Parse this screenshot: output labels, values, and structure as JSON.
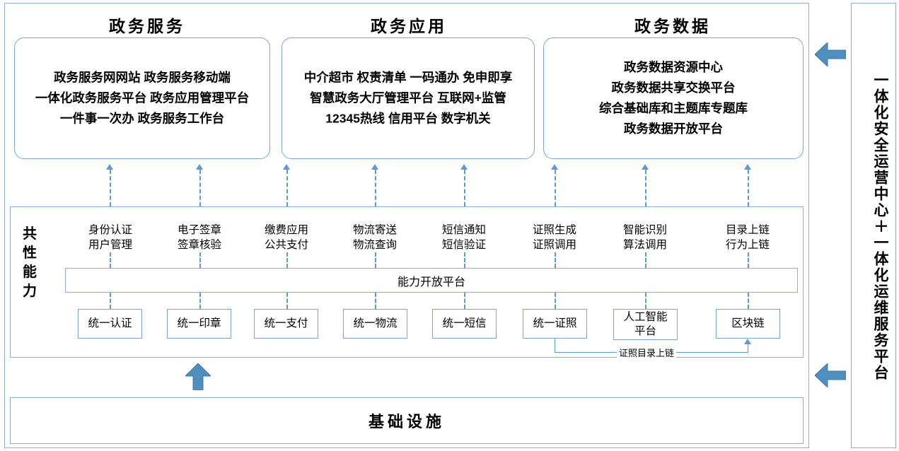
{
  "columns": [
    {
      "title": "政务服务",
      "lines": [
        "政务服务网网站 政务服务移动端",
        "一体化政务服务平台 政务应用管理平台",
        "一件事一次办 政务服务工作台"
      ]
    },
    {
      "title": "政务应用",
      "lines": [
        "中介超市 权责清单 一码通办 免申即享",
        "智慧政务大厅管理平台 互联网+监管",
        "12345热线 信用平台 数字机关"
      ]
    },
    {
      "title": "政务数据",
      "lines": [
        "政务数据资源中心",
        "政务数据共享交换平台",
        "综合基础库和主题库专题库",
        "政务数据开放平台"
      ]
    }
  ],
  "middle": {
    "side_label": "共性能力",
    "open_platform": "能力开放平台",
    "capabilities": [
      {
        "head": [
          "身份认证",
          "用户管理"
        ],
        "box": [
          "统一认证"
        ]
      },
      {
        "head": [
          "电子签章",
          "签章核验"
        ],
        "box": [
          "统一印章"
        ]
      },
      {
        "head": [
          "缴费应用",
          "公共支付"
        ],
        "box": [
          "统一支付"
        ]
      },
      {
        "head": [
          "物流寄送",
          "物流查询"
        ],
        "box": [
          "统一物流"
        ]
      },
      {
        "head": [
          "短信通知",
          "短信验证"
        ],
        "box": [
          "统一短信"
        ]
      },
      {
        "head": [
          "证照生成",
          "证照调用"
        ],
        "box": [
          "统一证照"
        ]
      },
      {
        "head": [
          "智能识别",
          "算法调用"
        ],
        "box": [
          "人工智能",
          "平台"
        ]
      },
      {
        "head": [
          "目录上链",
          "行为上链"
        ],
        "box": [
          "区块链"
        ]
      }
    ],
    "link_label": "证照目录上链"
  },
  "bottom": {
    "title": "基础设施"
  },
  "right_panel": {
    "text": "一体化安全运营中心＋一体化运维服务平台"
  },
  "icons": {
    "arrow_up": "arrow-up-icon",
    "arrow_left": "arrow-left-icon"
  },
  "colors": {
    "accent": "#4f8fc0",
    "border": "#7ba7cf",
    "frame": "#8faecd",
    "dashed": "#5b9bd5"
  }
}
